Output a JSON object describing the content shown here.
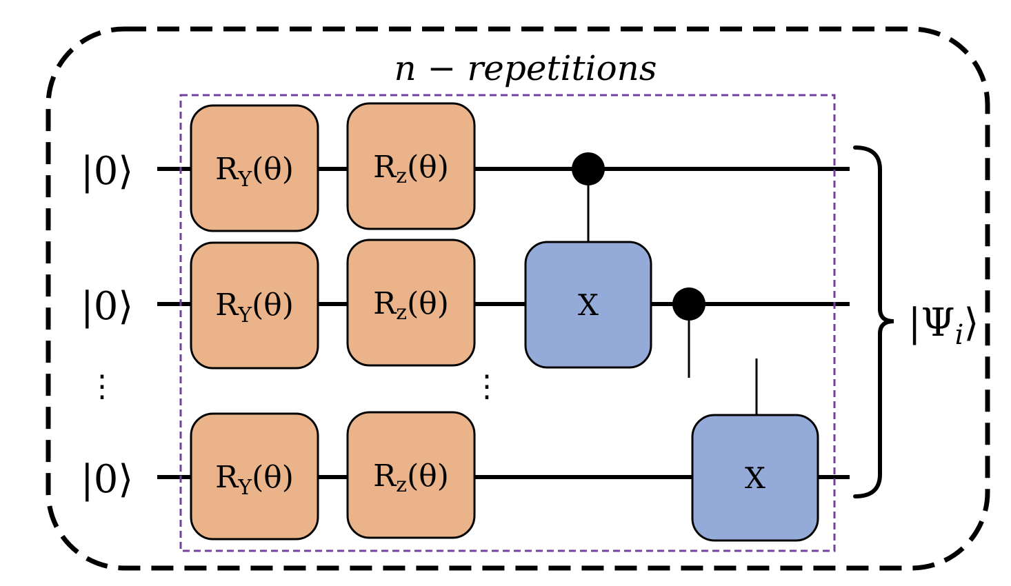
{
  "title": "n − repetitions",
  "colors": {
    "rotation_gate_fill": "#EAB389",
    "x_gate_fill": "#94AAD8",
    "repetition_box_stroke": "#7440A0",
    "line": "#000000"
  },
  "qubits": {
    "q1": {
      "input": "|0⟩"
    },
    "q2": {
      "input": "|0⟩"
    },
    "qn": {
      "input": "|0⟩"
    }
  },
  "ellipsis": "⋮",
  "gates": {
    "ry": {
      "base": "R",
      "sub": "Y",
      "arg": "(θ)"
    },
    "rz": {
      "base": "R",
      "sub": "z",
      "arg": "(θ)"
    },
    "x": {
      "label": "X"
    }
  },
  "output": {
    "bar": "|",
    "symbol": "Ψ",
    "sub": "i",
    "close": "⟩"
  }
}
